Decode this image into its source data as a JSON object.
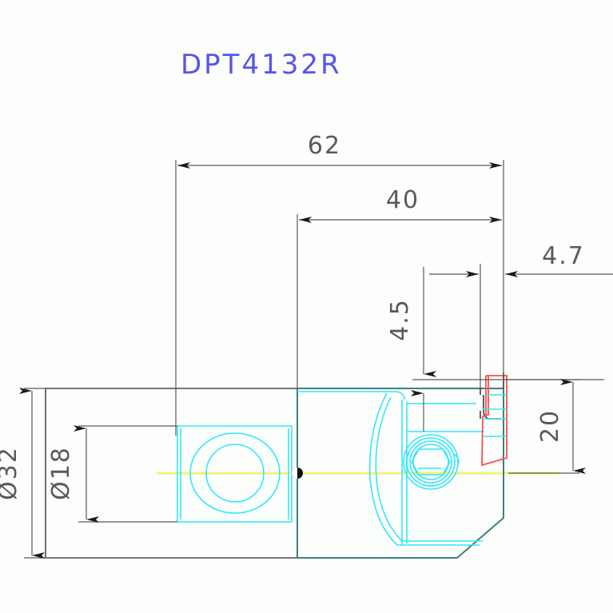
{
  "drawing": {
    "title": "DPT4132R",
    "title_color": "#5555ee",
    "background_color": "#fbfefb",
    "body_color": "#3f7f7f",
    "detail_color": "#33e6ff",
    "insert_color": "#ff4d4d",
    "dimension_color": "#5a5a5a",
    "centerline_color": "#f2f27a",
    "outline_color": "#4d4d4d"
  },
  "dimensions": {
    "overall_length": "62",
    "head_length": "40",
    "insert_offset": "4.7",
    "insert_depth": "4.5",
    "head_height": "20",
    "shank_diameter": "Ø32",
    "bore_diameter": "Ø18"
  }
}
